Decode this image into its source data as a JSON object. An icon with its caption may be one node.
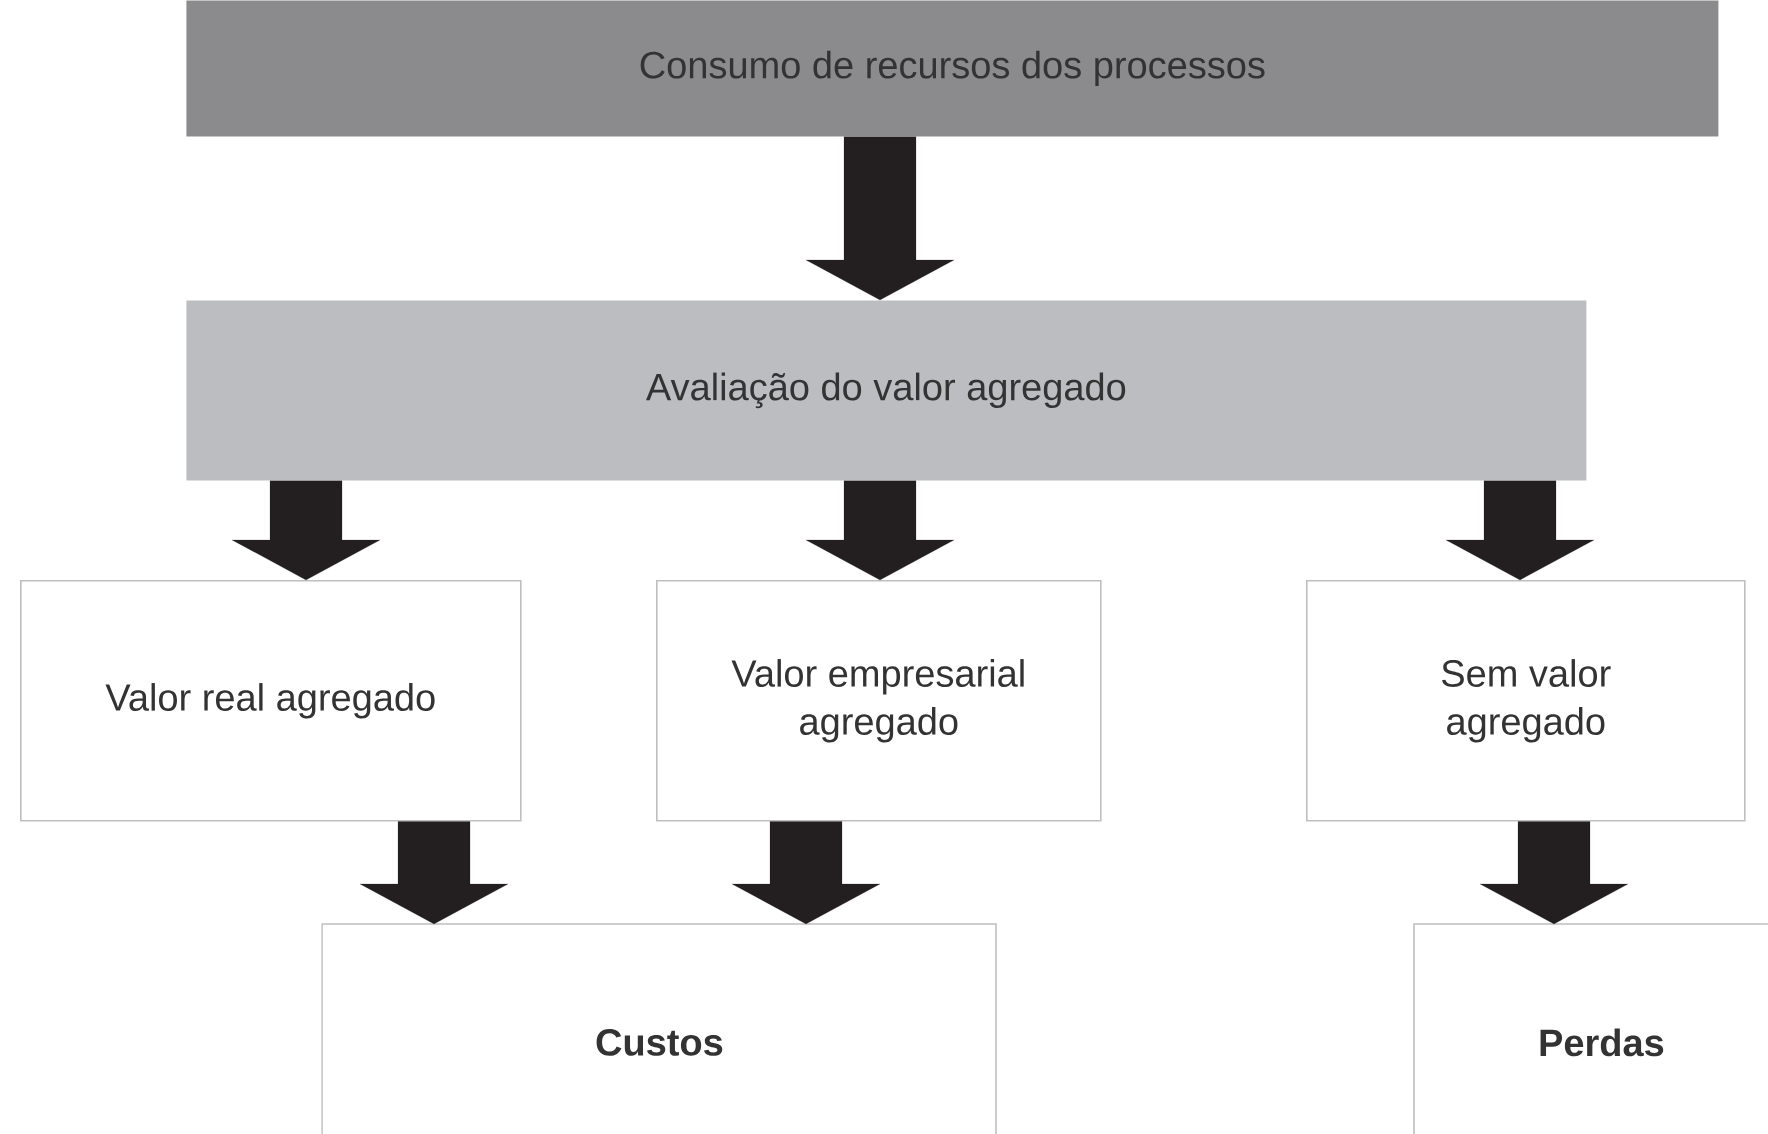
{
  "diagram": {
    "nodes": [
      {
        "text": [
          "Consumo de recursos dos processos"
        ]
      },
      {
        "text": [
          "Avaliação do valor agregado"
        ]
      },
      {
        "text": [
          "Valor real agregado"
        ]
      },
      {
        "text": [
          "Valor empresarial agregado"
        ]
      },
      {
        "text": [
          "Sem valor agregado"
        ]
      },
      {
        "text": [
          "Custos"
        ]
      },
      {
        "text": [
          "Perdas"
        ]
      }
    ],
    "edges": [
      {
        "from": 0,
        "to": 1,
        "arrow": "to"
      },
      {
        "from": 1,
        "to": 2,
        "arrow": "to"
      },
      {
        "from": 1,
        "to": 3,
        "arrow": "to"
      },
      {
        "from": 1,
        "to": 4,
        "arrow": "to"
      },
      {
        "from": 2,
        "to": 5,
        "arrow": "to"
      },
      {
        "from": 3,
        "to": 5,
        "arrow": "to"
      },
      {
        "from": 4,
        "to": 6,
        "arrow": "to"
      }
    ]
  }
}
